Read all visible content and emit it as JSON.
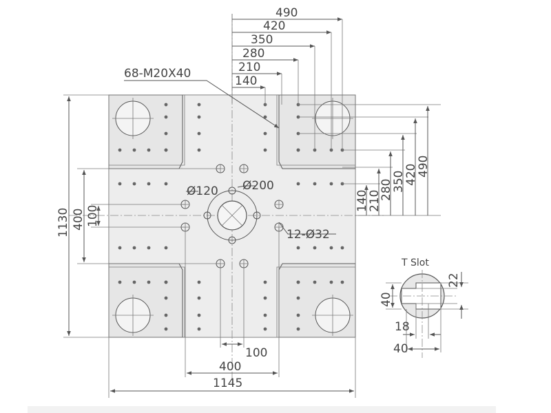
{
  "top_dims": [
    "490",
    "420",
    "350",
    "280",
    "210",
    "140"
  ],
  "right_dims": [
    "140",
    "210",
    "280",
    "350",
    "420",
    "490"
  ],
  "left_dims": {
    "overall": "1130",
    "mid": "400",
    "inner": "100"
  },
  "bottom_dims": {
    "inner": "100",
    "mid": "400",
    "overall": "1145"
  },
  "callouts": {
    "thread": "68-M20X40",
    "bore_small": "Ø120",
    "bore_large": "Ø200",
    "holes": "12-Ø32"
  },
  "t_slot": {
    "title": "T Slot",
    "dim_22": "22",
    "dim_40_v": "40",
    "dim_18": "18",
    "dim_40_h": "40"
  },
  "colors": {
    "plate": "#e4e4e4",
    "plate_light": "#eeeeee",
    "line": "#555555"
  }
}
